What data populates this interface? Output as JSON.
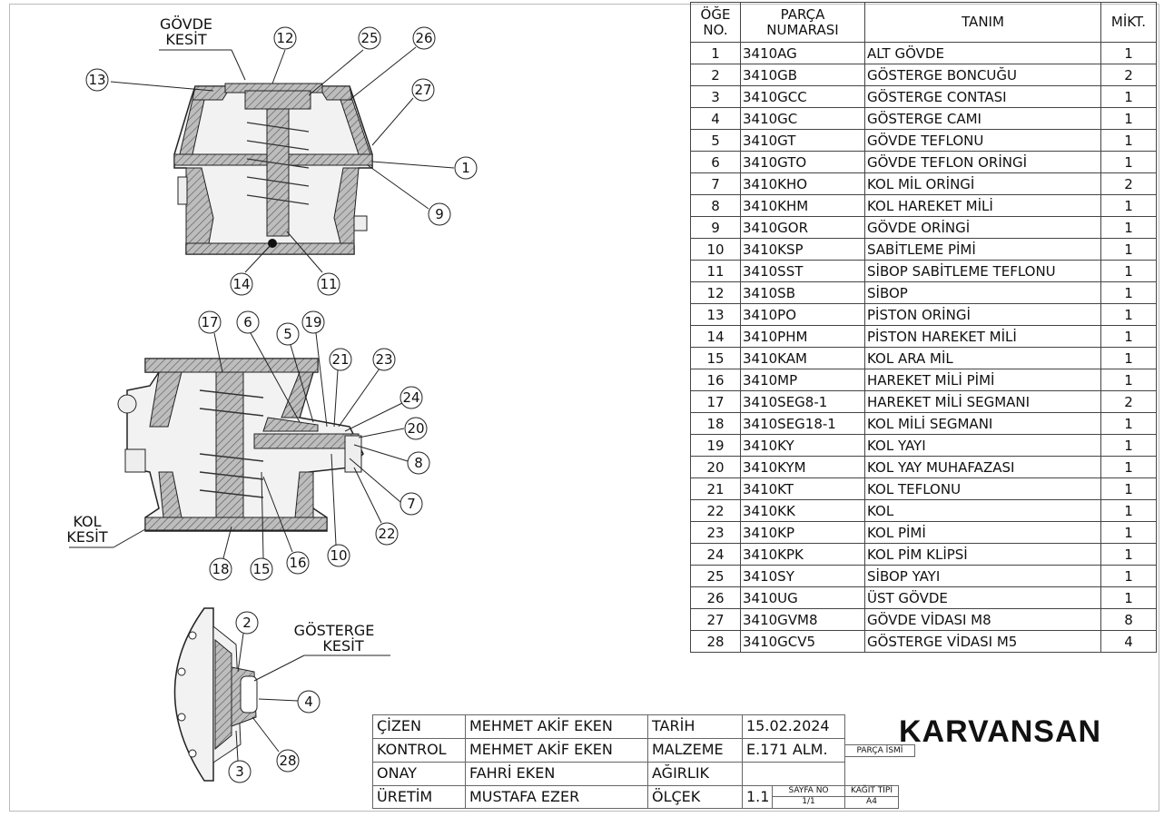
{
  "views": {
    "section_a": {
      "label_1": "GÖVDE",
      "label_2": "KESİT",
      "balloons": [
        "12",
        "25",
        "26",
        "13",
        "27",
        "1",
        "9",
        "14",
        "11"
      ]
    },
    "section_b": {
      "label_1": "KOL",
      "label_2": "KESİT",
      "balloons": [
        "17",
        "6",
        "5",
        "19",
        "21",
        "23",
        "24",
        "20",
        "8",
        "7",
        "22",
        "10",
        "16",
        "15",
        "18"
      ]
    },
    "section_c": {
      "label_1": "GÖSTERGE",
      "label_2": "KESİT",
      "balloons": [
        "2",
        "4",
        "28",
        "3"
      ]
    }
  },
  "bom": {
    "headers": {
      "item_no_1": "ÖĞE",
      "item_no_2": "NO.",
      "part_no_1": "PARÇA",
      "part_no_2": "NUMARASI",
      "description": "TANIM",
      "qty": "MİKT."
    },
    "rows": [
      {
        "no": "1",
        "part": "3410AG",
        "desc": "ALT GÖVDE",
        "qty": "1"
      },
      {
        "no": "2",
        "part": "3410GB",
        "desc": "GÖSTERGE BONCUĞU",
        "qty": "2"
      },
      {
        "no": "3",
        "part": "3410GCC",
        "desc": "GÖSTERGE CONTASI",
        "qty": "1"
      },
      {
        "no": "4",
        "part": "3410GC",
        "desc": "GÖSTERGE CAMI",
        "qty": "1"
      },
      {
        "no": "5",
        "part": "3410GT",
        "desc": "GÖVDE TEFLONU",
        "qty": "1"
      },
      {
        "no": "6",
        "part": "3410GTO",
        "desc": "GÖVDE TEFLON ORİNGİ",
        "qty": "1"
      },
      {
        "no": "7",
        "part": "3410KHO",
        "desc": "KOL MİL ORİNGİ",
        "qty": "2"
      },
      {
        "no": "8",
        "part": "3410KHM",
        "desc": "KOL HAREKET MİLİ",
        "qty": "1"
      },
      {
        "no": "9",
        "part": "3410GOR",
        "desc": "GÖVDE ORİNGİ",
        "qty": "1"
      },
      {
        "no": "10",
        "part": "3410KSP",
        "desc": "SABİTLEME PİMİ",
        "qty": "1"
      },
      {
        "no": "11",
        "part": "3410SST",
        "desc": "SİBOP SABİTLEME TEFLONU",
        "qty": "1"
      },
      {
        "no": "12",
        "part": "3410SB",
        "desc": "SİBOP",
        "qty": "1"
      },
      {
        "no": "13",
        "part": "3410PO",
        "desc": "PİSTON ORİNGİ",
        "qty": "1"
      },
      {
        "no": "14",
        "part": "3410PHM",
        "desc": "PİSTON HAREKET MİLİ",
        "qty": "1"
      },
      {
        "no": "15",
        "part": "3410KAM",
        "desc": "KOL ARA MİL",
        "qty": "1"
      },
      {
        "no": "16",
        "part": "3410MP",
        "desc": "HAREKET MİLİ PİMİ",
        "qty": "1"
      },
      {
        "no": "17",
        "part": "3410SEG8-1",
        "desc": "HAREKET MİLİ SEGMANI",
        "qty": "2"
      },
      {
        "no": "18",
        "part": "3410SEG18-1",
        "desc": "KOL MİLİ SEGMANI",
        "qty": "1"
      },
      {
        "no": "19",
        "part": "3410KY",
        "desc": "KOL YAYI",
        "qty": "1"
      },
      {
        "no": "20",
        "part": "3410KYM",
        "desc": "KOL YAY MUHAFAZASI",
        "qty": "1"
      },
      {
        "no": "21",
        "part": "3410KT",
        "desc": "KOL TEFLONU",
        "qty": "1"
      },
      {
        "no": "22",
        "part": "3410KK",
        "desc": "KOL",
        "qty": "1"
      },
      {
        "no": "23",
        "part": "3410KP",
        "desc": "KOL PİMİ",
        "qty": "1"
      },
      {
        "no": "24",
        "part": "3410KPK",
        "desc": "KOL PİM KLİPSİ",
        "qty": "1"
      },
      {
        "no": "25",
        "part": "3410SY",
        "desc": "SİBOP YAYI",
        "qty": "1"
      },
      {
        "no": "26",
        "part": "3410UG",
        "desc": "ÜST GÖVDE",
        "qty": "1"
      },
      {
        "no": "27",
        "part": "3410GVM8",
        "desc": "GÖVDE VİDASI M8",
        "qty": "8"
      },
      {
        "no": "28",
        "part": "3410GCV5",
        "desc": "GÖSTERGE VİDASI M5",
        "qty": "4"
      }
    ]
  },
  "title_block": {
    "drawn_label": "ÇİZEN",
    "drawn_by": "MEHMET AKİF EKEN",
    "checked_label": "KONTROL",
    "checked_by": "MEHMET AKİF EKEN",
    "approved_label": "ONAY",
    "approved_by": "FAHRİ EKEN",
    "production_label": "ÜRETİM",
    "production_by": "MUSTAFA EZER",
    "date_label": "TARİH",
    "date": "15.02.2024",
    "material_label": "MALZEME",
    "material": "E.171 ALM.",
    "weight_label": "AĞIRLIK",
    "scale_label": "ÖLÇEK",
    "scale": "1.1",
    "sheet_label": "SAYFA NO",
    "sheet": "1/1",
    "paper_label": "KAĞIT TİPİ",
    "paper": "A4",
    "part_name_label": "PARÇA İSMİ",
    "company": "KARVANSAN"
  }
}
